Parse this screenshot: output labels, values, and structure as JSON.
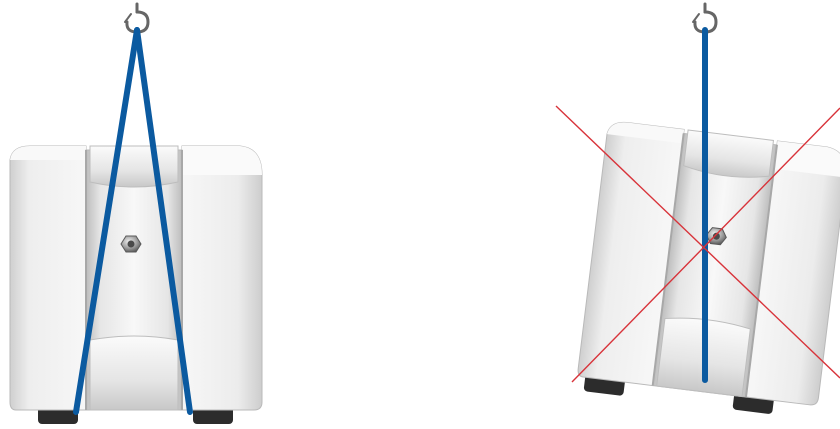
{
  "colors": {
    "sling": "#0b5aa0",
    "cross": "#d8333a",
    "body_light": "#f3f3f3",
    "body_mid": "#e2e2e2",
    "body_dark": "#c9c9c9",
    "foot": "#2c2c2c",
    "hook": "#666666"
  },
  "panels": [
    {
      "id": "correct-lifting",
      "rigging": "two-leg-sling",
      "status": "correct"
    },
    {
      "id": "incorrect-lifting",
      "rigging": "single-line-through-center",
      "status": "incorrect",
      "marker": "red-x"
    }
  ]
}
